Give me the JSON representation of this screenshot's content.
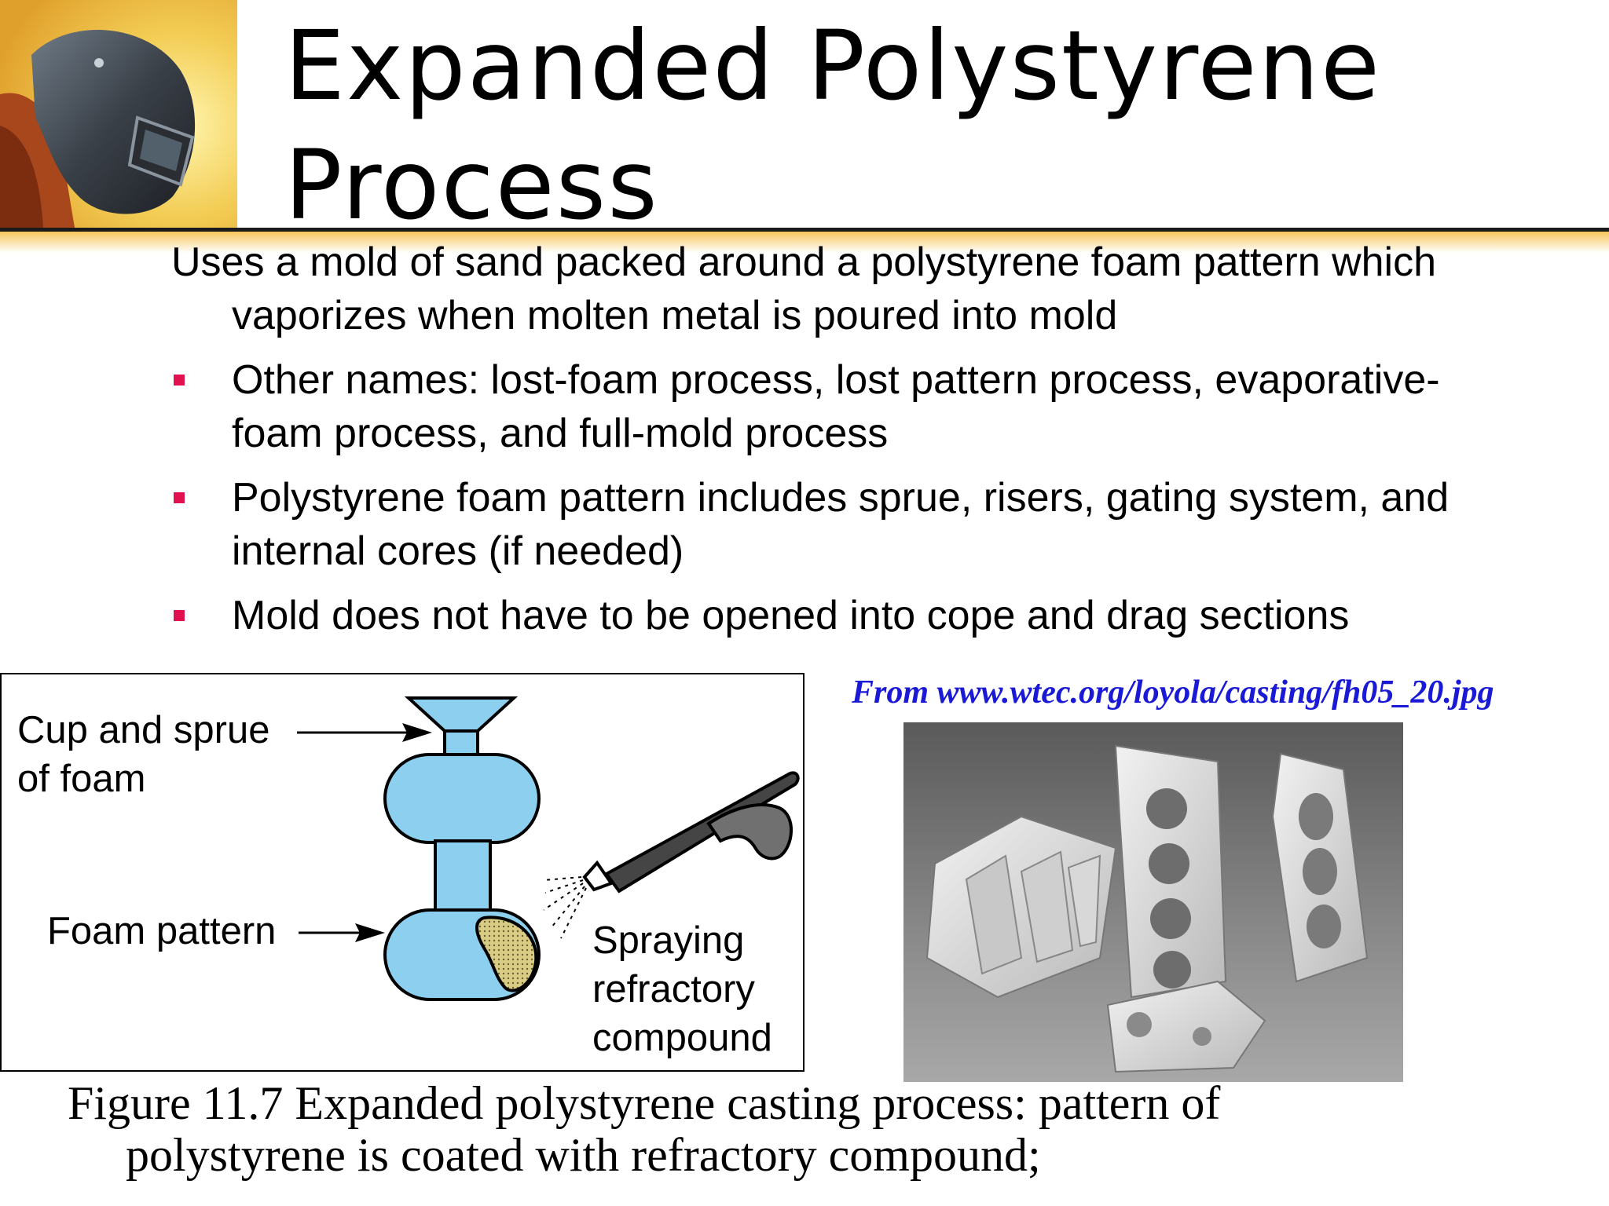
{
  "slide": {
    "title_lines": [
      "Expanded Polystyrene",
      "Process"
    ],
    "lead": "Uses a mold of sand packed around a polystyrene foam pattern which vaporizes when molten metal is poured into mold",
    "bullets": [
      "Other names: lost-foam process, lost pattern process, evaporative-foam process, and full-mold process",
      "Polystyrene foam pattern includes sprue, risers, gating system, and internal cores (if needed)",
      "Mold does not have to be opened into cope and drag sections"
    ],
    "bullet_color": "#e1114f"
  },
  "diagram": {
    "labels": {
      "cup_line1": "Cup and sprue",
      "cup_line2": "of foam",
      "foam_pattern": "Foam pattern",
      "spray_line1": "Spraying",
      "spray_line2": "refractory",
      "spray_line3": "compound"
    },
    "foam_color": "#8ccfee",
    "coating_color": "#d9cd85"
  },
  "photo": {
    "credit": "From www.wtec.org/loyola/casting/fh05_20.jpg"
  },
  "caption": {
    "line1": "Figure 11.7  Expanded polystyrene casting process: pattern of",
    "line2": "polystyrene is coated with refractory compound;"
  }
}
